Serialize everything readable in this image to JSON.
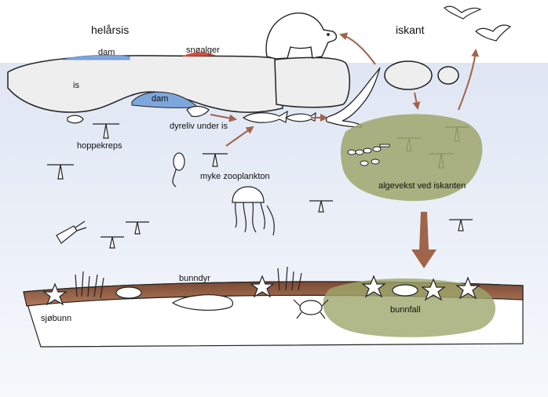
{
  "headings": {
    "left": "helårsis",
    "right": "iskant"
  },
  "labels": {
    "dam_top": "dam",
    "snow_algae": "snøalger",
    "ice": "is",
    "dam_under": "dam",
    "fauna_under_ice": "dyreliv under is",
    "amphipods": "hoppekreps",
    "soft_zooplankton": "myke zooplankton",
    "algae_growth_edge": "algevekst ved iskanten",
    "benthos": "bunndyr",
    "seabed": "sjøbunn",
    "sediment_fall": "bunnfall"
  },
  "colors": {
    "sea": "#e9edf7",
    "ice": "#eeeeee",
    "pond": "#7da7dc",
    "snow_algae": "#d94a3a",
    "algae_patch": "#9da66c",
    "seabed": "#8c5a3f",
    "arrow": "#a0644a"
  }
}
